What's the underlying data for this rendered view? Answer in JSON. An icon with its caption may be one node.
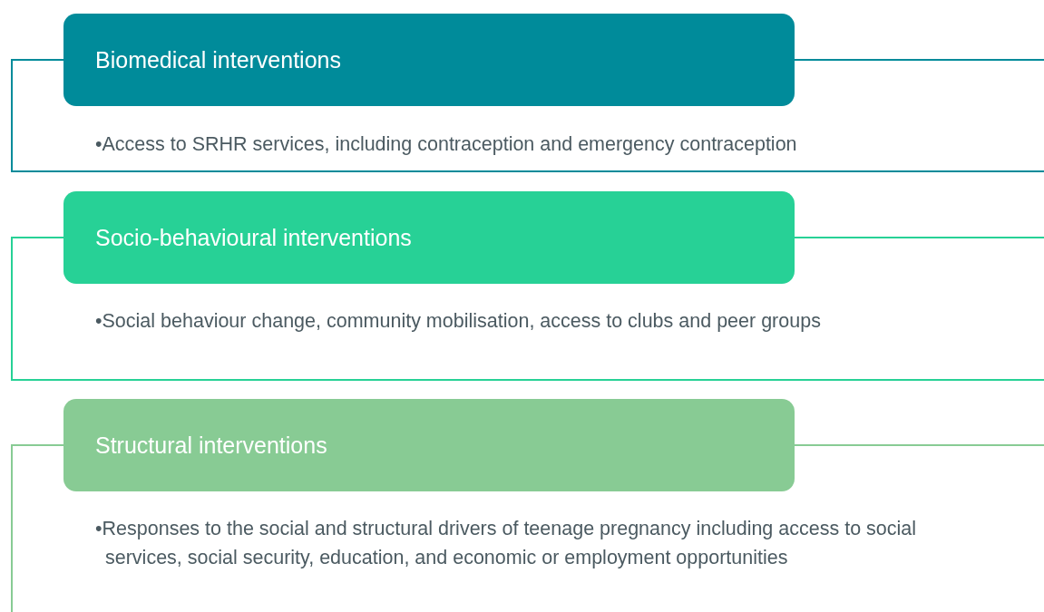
{
  "diagram": {
    "nodes": [
      {
        "text": [
          "Biomedical interventions"
        ]
      },
      {
        "text": [
          "•Access to SRHR services, including contraception and emergency contraception"
        ]
      },
      {
        "text": [
          "Socio-behavioural interventions"
        ]
      },
      {
        "text": [
          "•Social behaviour change, community mobilisation, access to clubs and peer groups"
        ]
      },
      {
        "text": [
          "Structural interventions"
        ]
      },
      {
        "text": [
          "•Responses to the social and structural drivers of teenage pregnancy including access to social services, social security, education, and economic or employment opportunities"
        ]
      }
    ]
  }
}
